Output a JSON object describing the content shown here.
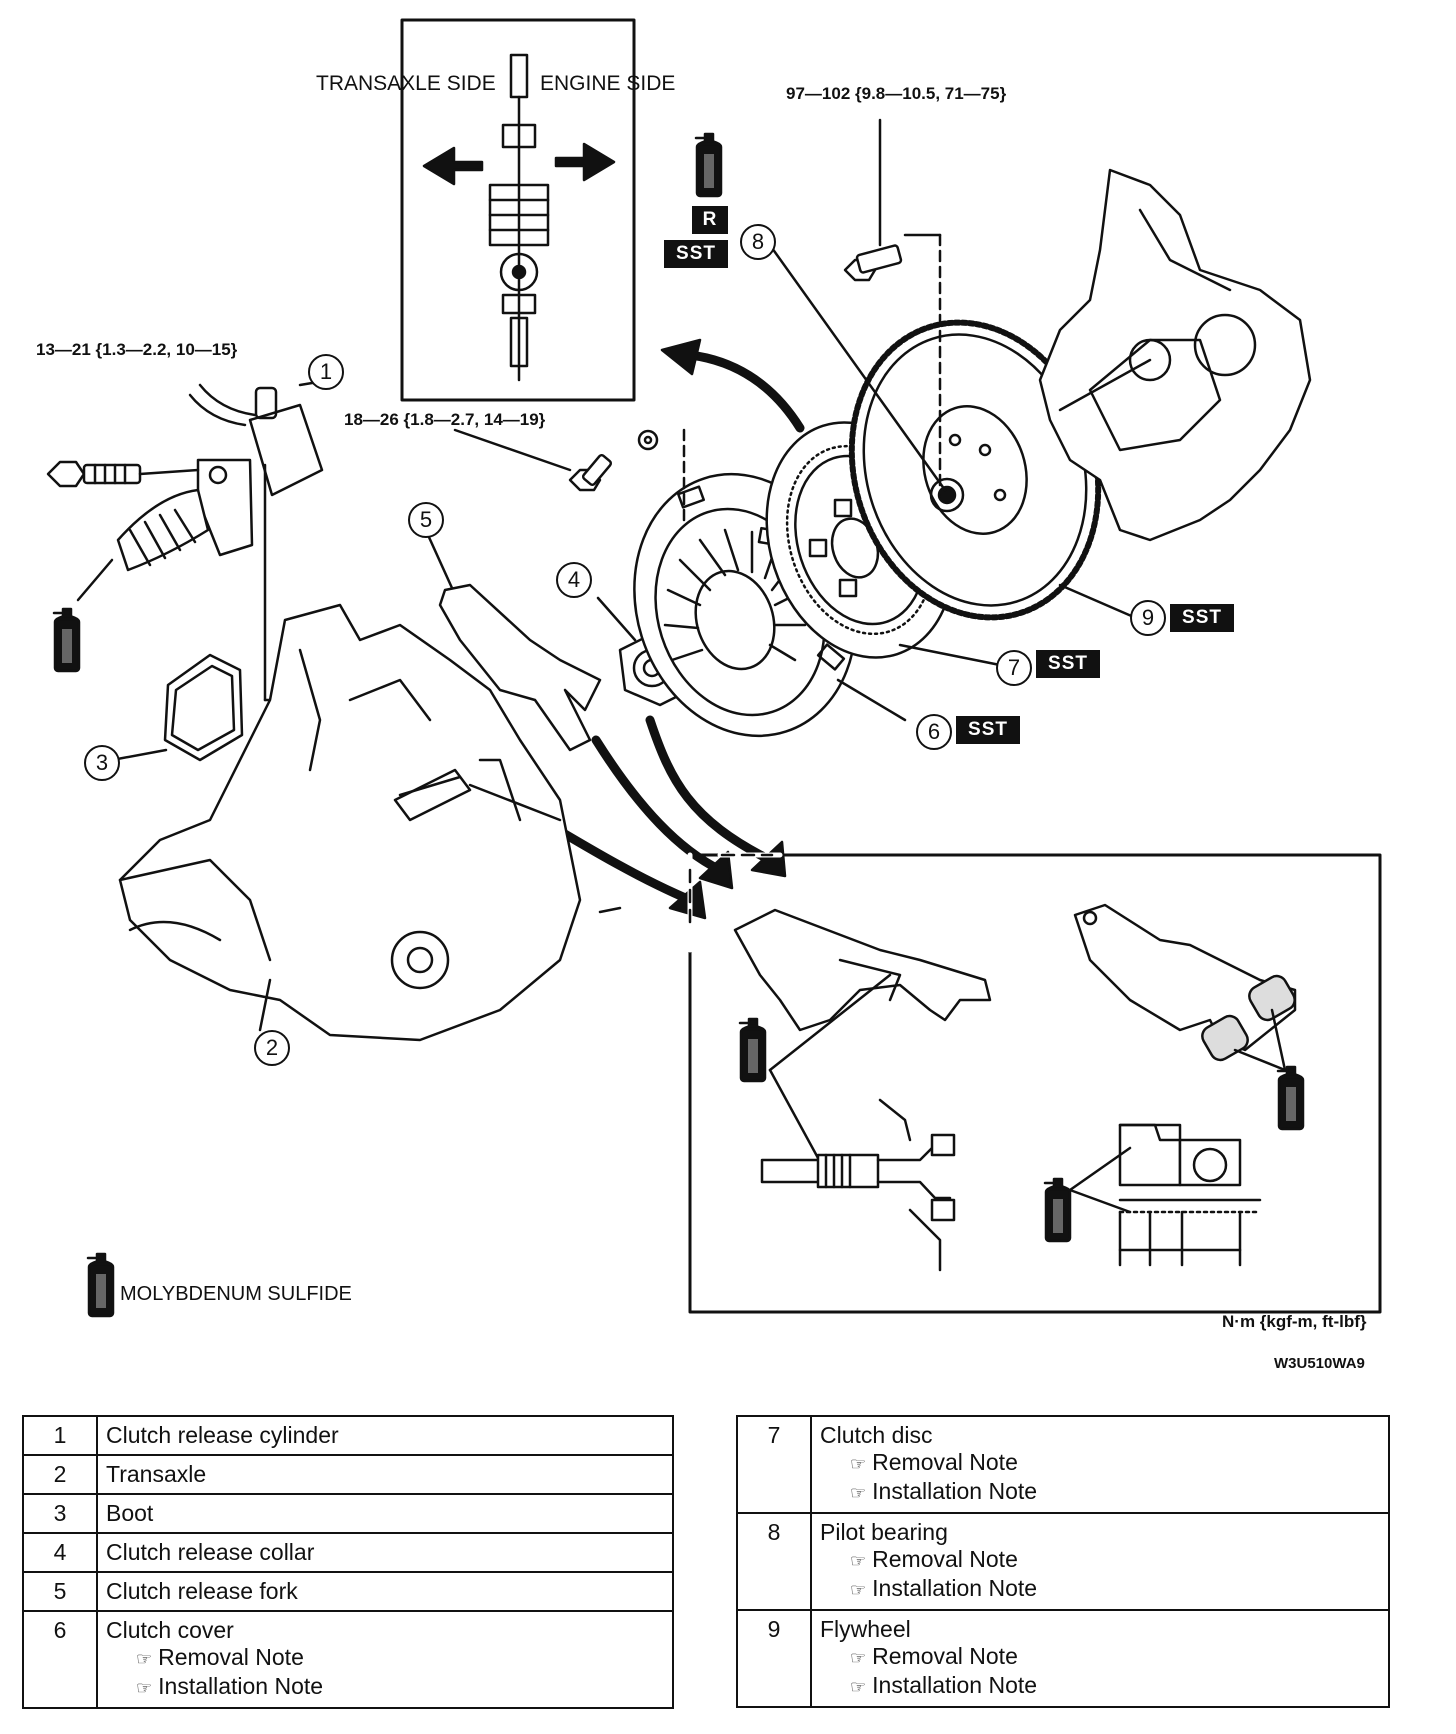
{
  "labels": {
    "transaxle_side": "TRANSAXLE SIDE",
    "engine_side": "ENGINE SIDE",
    "torque_flywheel": "97—102 {9.8—10.5, 71—75}",
    "torque_cylinder": "13—21 {1.3—2.2, 10—15}",
    "torque_cover": "18—26 {1.8—2.7, 14—19}",
    "legend_grease": "MOLYBDENUM SULFIDE",
    "units": "N·m {kgf-m, ft-lbf}",
    "figure_code": "W3U510WA9"
  },
  "badges": {
    "r": "R",
    "sst": "SST"
  },
  "callouts": [
    "1",
    "2",
    "3",
    "4",
    "5",
    "6",
    "7",
    "8",
    "9"
  ],
  "parts_left": [
    {
      "no": "1",
      "name": "Clutch release cylinder",
      "notes": []
    },
    {
      "no": "2",
      "name": "Transaxle",
      "notes": []
    },
    {
      "no": "3",
      "name": "Boot",
      "notes": []
    },
    {
      "no": "4",
      "name": "Clutch release collar",
      "notes": []
    },
    {
      "no": "5",
      "name": "Clutch release fork",
      "notes": []
    },
    {
      "no": "6",
      "name": "Clutch cover",
      "notes": [
        "Removal Note",
        "Installation Note"
      ]
    }
  ],
  "parts_right": [
    {
      "no": "7",
      "name": "Clutch disc",
      "notes": [
        "Removal Note",
        "Installation Note"
      ]
    },
    {
      "no": "8",
      "name": "Pilot bearing",
      "notes": [
        "Removal Note",
        "Installation Note"
      ]
    },
    {
      "no": "9",
      "name": "Flywheel",
      "notes": [
        "Removal Note",
        "Installation Note"
      ]
    }
  ],
  "note_icon": "pointing-hand-icon",
  "colors": {
    "ink": "#111111",
    "paper": "#ffffff"
  }
}
